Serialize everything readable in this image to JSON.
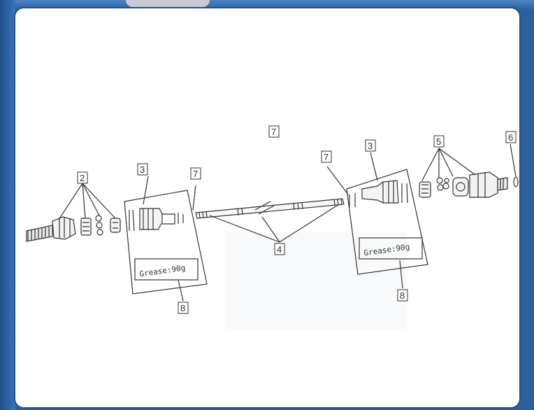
{
  "callouts": {
    "c2": "2",
    "c3a": "3",
    "c3b": "3",
    "c4": "4",
    "c5": "5",
    "c6": "6",
    "c7a": "7",
    "c7b": "7",
    "c7c": "7",
    "c8a": "8",
    "c8b": "8"
  },
  "notes": {
    "grease_left": "Grease:90g",
    "grease_right": "Grease:90g"
  },
  "colors": {
    "frame": "#2b5f9e",
    "line": "#333333"
  }
}
